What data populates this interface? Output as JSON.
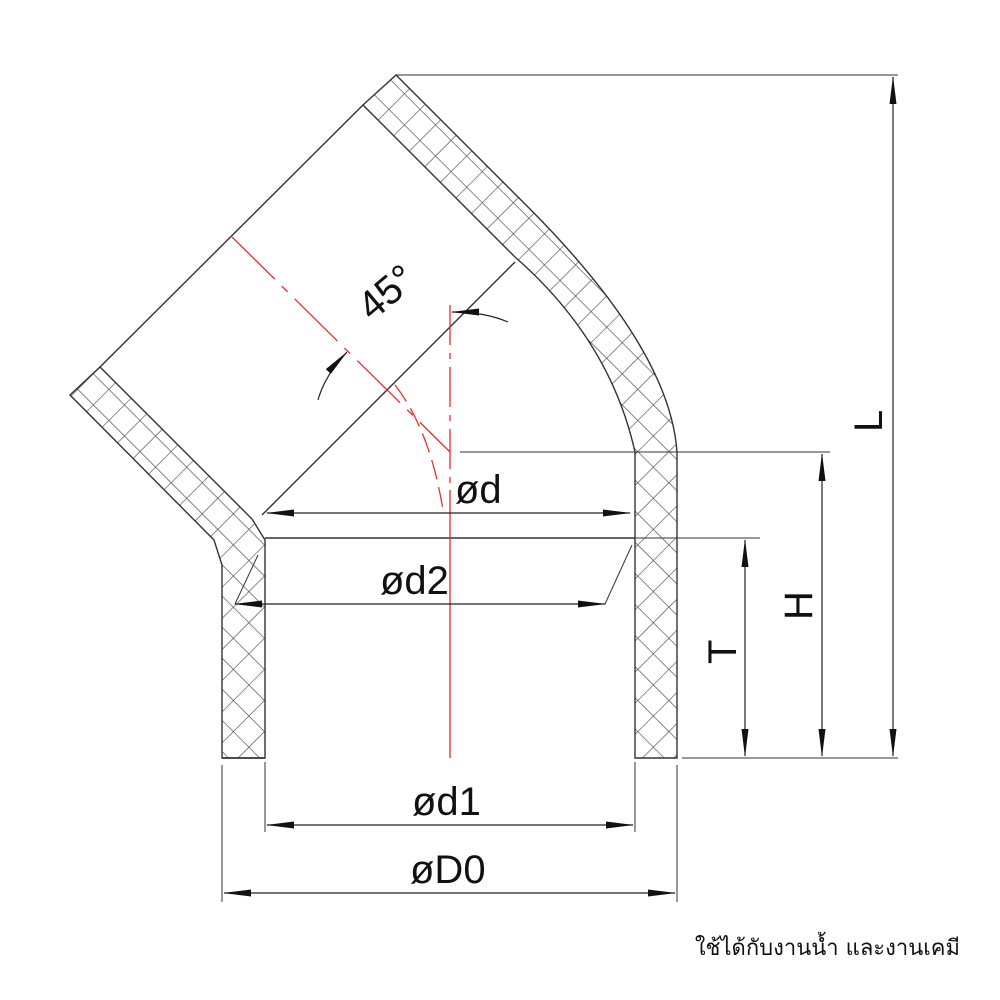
{
  "drawing": {
    "angle_label": "45°",
    "dimensions": {
      "d": "ød",
      "d2": "ød2",
      "d1": "ød1",
      "D0": "øD0",
      "L": "L",
      "H": "H",
      "T": "T"
    },
    "colors": {
      "line": "#333333",
      "centerline": "#e8302a",
      "hatch": "#444444"
    }
  },
  "caption": "ใช้ได้กับงานน้ำ และงานเคมี"
}
